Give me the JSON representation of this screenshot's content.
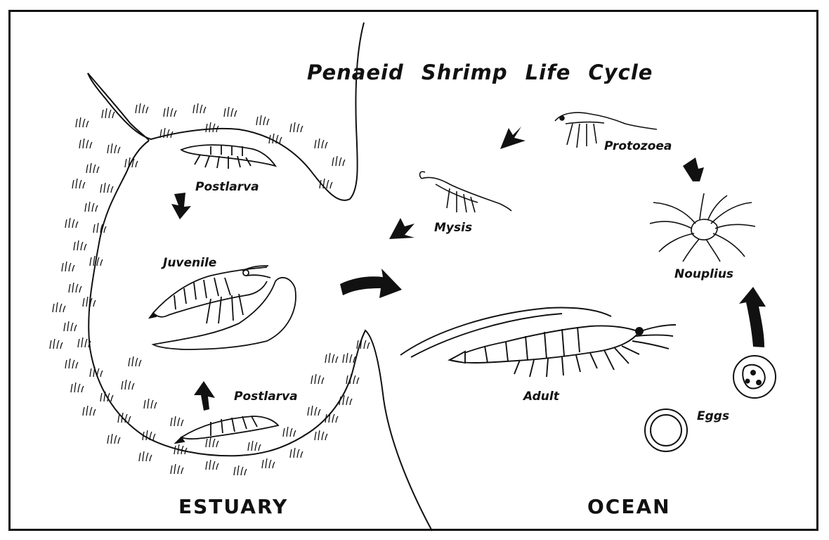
{
  "title": "Penaeid  Shrimp Life Cycle",
  "regions": {
    "estuary": "ESTUARY",
    "ocean": "OCEAN"
  },
  "stages": {
    "postlarva_top": "Postlarva",
    "juvenile": "Juvenile",
    "postlarva_bottom": "Postlarva",
    "adult": "Adult",
    "eggs": "Eggs",
    "nauplius": "Nouplius",
    "protozoea": "Protozoea",
    "mysis": "Mysis"
  },
  "colors": {
    "ink": "#111111",
    "paper": "#ffffff"
  }
}
